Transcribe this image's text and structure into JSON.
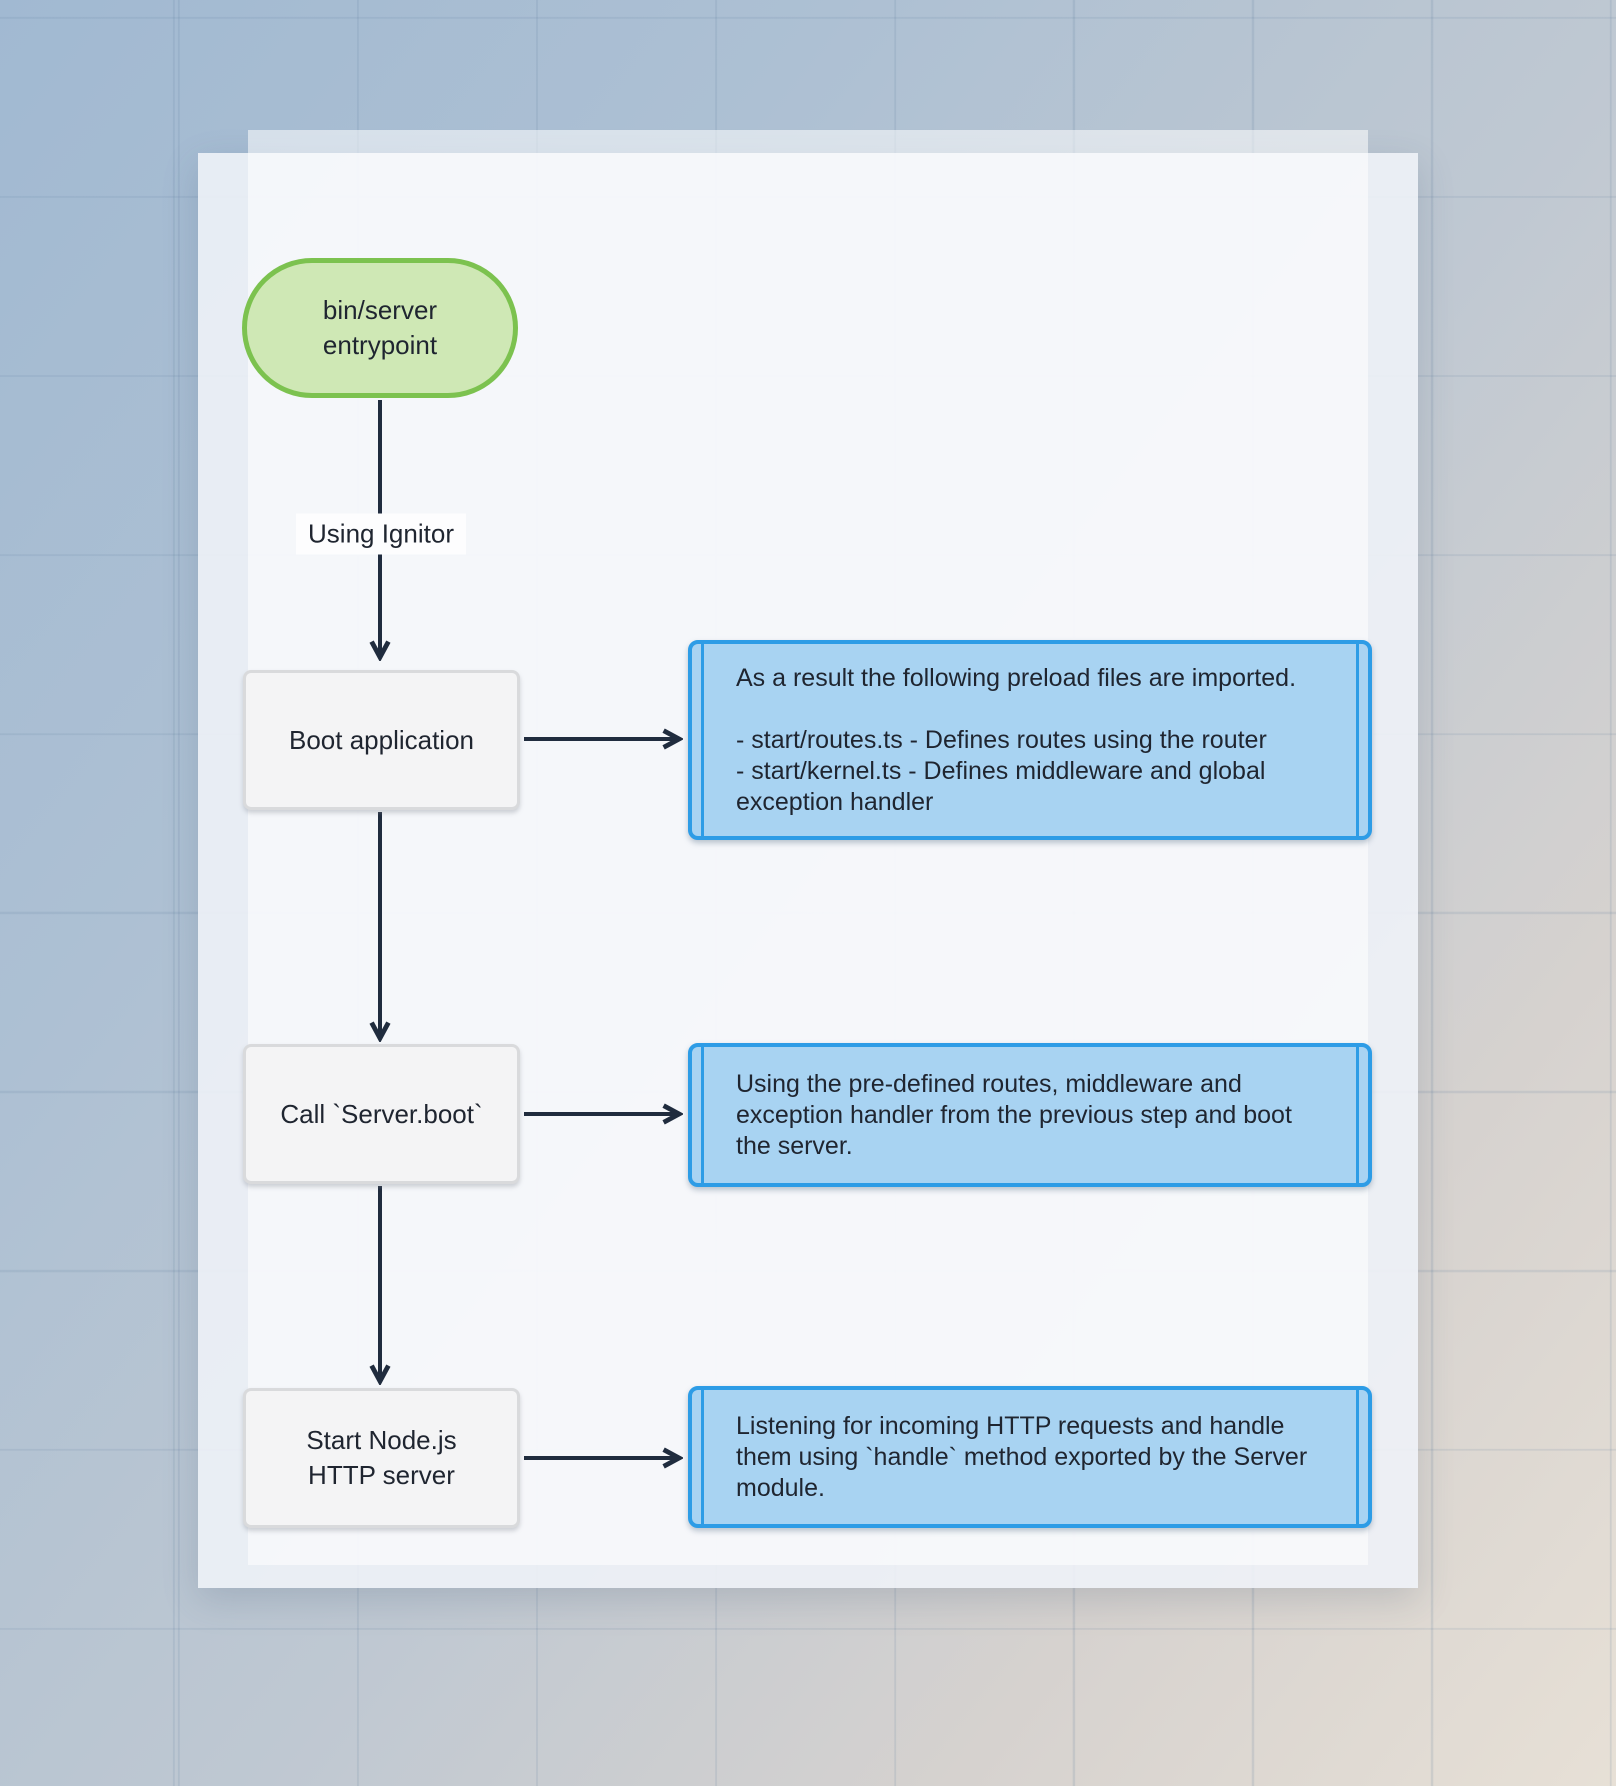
{
  "diagram": {
    "entry_node_label": "bin/server\nentrypoint",
    "edge_label": "Using Ignitor",
    "steps": [
      {
        "label": "Boot application",
        "note": "As a result the following preload files are imported.\n\n- start/routes.ts - Defines routes using the router\n- start/kernel.ts - Defines middleware and global\nexception handler"
      },
      {
        "label": "Call `Server.boot`",
        "note": "Using the pre-defined routes, middleware and\nexception handler from the previous step and boot\nthe server."
      },
      {
        "label": "Start Node.js\nHTTP server",
        "note": "Listening for incoming HTTP requests and handle\nthem using `handle` method exported by the Server\nmodule."
      }
    ],
    "colors": {
      "entry_fill": "#cfe8b5",
      "entry_border": "#7cc24f",
      "step_fill": "#f4f4f5",
      "step_border": "#d9dadc",
      "note_fill": "#a8d3f2",
      "note_border": "#2d9ce6",
      "arrow": "#202c3e"
    }
  }
}
